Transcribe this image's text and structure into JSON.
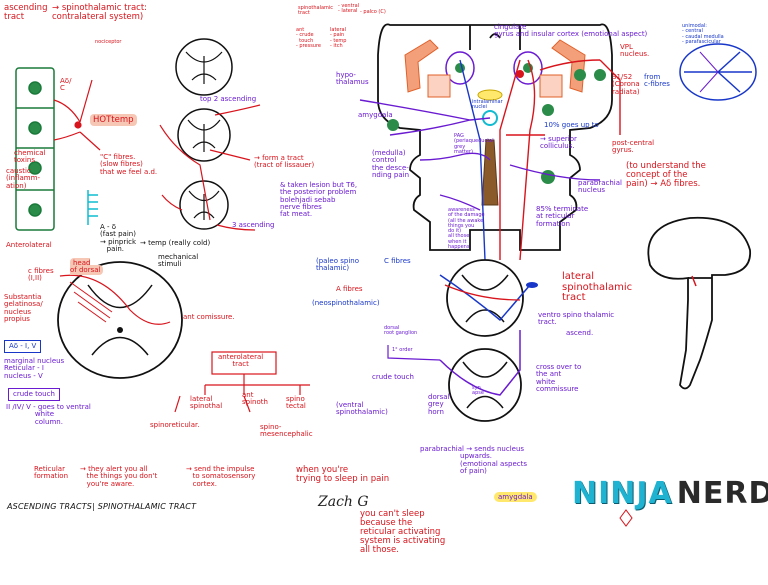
{
  "title": "ASCENDING TRACTS| SPINOTHALAMIC TRACT",
  "logo": {
    "part1": "NINJA",
    "part2": "NERD"
  },
  "signature": "Zach G",
  "labels": {
    "ascending_tract": "ascending\ntract",
    "spinothalamic_tract": "→ spinothalamic tract:\ncontralateral system)",
    "aLdelta_aLc": "Aδ/\nC",
    "nociceptor": "nociceptor",
    "hot_temp": "HOTtemp",
    "chemical_toxins": "chemical\ntoxins",
    "caustic_inflammation": "caustic\n(inflamm-\nation)",
    "c_fibres": "\"C\" fibres.\n(slow fibres)\nthat we feel a.d.",
    "ad_fast_pain": "A - δ\n(fast pain)\n→ pinprick\n   pain.",
    "temp_heat": "→ temp (really cold)",
    "mechanical_stimuli": "mechanical\nstimuli",
    "anterolateral_left": "Anterolateral",
    "c_fibres_iii": "c fibres\n(I,II)",
    "head_small": "head\nof dorsal",
    "substantia_gelatinosa": "Substantia\ngelatinosa/\nnucleus\npropius",
    "ad_iv": "Aδ - I, V",
    "marginal_nucleus": "marginal nucleus\nReticular - I\nnucleus - V",
    "crude_touch_left": "crude touch",
    "ii_iv_v": "II /IV/ V - goes to ventral\n             white\n             column.",
    "ant_commissure": "ant comissure.",
    "tract_of_lissauer": "→ form a tract\n(tract of lissauer)",
    "top_2_ascending": "top 2 ascending",
    "ascending_3": "3 ascending",
    "anterolateral_tract": "anterolateral\ntract",
    "lateral_spinothal": "lateral\nspinothal",
    "ant_spinoth": "ant\nspinoth",
    "spino_tectal": "spino\ntectal",
    "spinoreticular": "spinoreticular.",
    "spinomesencephalic": "spino-\nmesencephalic",
    "reticular_formation": "Reticular\nformation",
    "gate_note": "→ they alert you all\n   the things you don't\n   you're aware.",
    "send_impulse": "→ send the impulse\n   to somatosensory\n   cortex.",
    "when_sleep": "when you're\ntrying to sleep in pain",
    "cant_sleep": "you can't sleep\nbecause the\nreticular activating\nsystem is activating\nall those.",
    "small_spinothalamic": "spinothalamic\ntract",
    "lateral_ventral": "- ventral\n- lateral",
    "pain_temp_list": "- pain\n- temp\n- pressure\n- itch",
    "ant_list": "ant\n- crude\n  touch\n- pressure",
    "lat_list": "lateral\n- pain\n- temp\n- itch",
    "palco": "- palco (C)",
    "hypothalamus": "hypo-\nthalamus",
    "amygdala_top": "amygdala",
    "cingulate_gyrus": "cingulate\ngyrus and insular cortex (emotional aspect)",
    "vpl_nucleus": "VPL\nnucleus.",
    "s1_s2": "S1/S2\n(Corona\nradiata)",
    "post_central_gyrus": "post-central\ngyrus.",
    "understand_pain": "(to understand the\nconcept of the\npain) → Aδ fibres.",
    "from_c_fibres": "from\nc-fibres",
    "intralaminar": "intralaminar\nnuclei",
    "pag": "PAG\n(periaqueductal\ngrey\nmatter)",
    "superior_colliculus": "→ superior\ncolliculus.",
    "goes_up_to": "10% goes up to",
    "medulla": "(medulla)\ncontrol\nthe desce-\nnding pain",
    "lesion_note": "& taken lesion but T6,\nthe posterior problem\nbolehjadi sebab\nnerve fibres\nfat meat.",
    "parabrachial_nucleus": "parabrachial\nnucleus",
    "reticular_terminal": "85% terminate\nat reticular\nformation",
    "awareness_note": "awareness\nof the damage\n(all the awake\nthings you\ndo it)\nall those\nwhen it\nhappens",
    "paleospinothalamic": "(paleo spino\nthalamic)",
    "c_fibres_mid": "C fibres",
    "ad_fibres": "A fibres",
    "neospinothalamic": "(neospinothalamic)",
    "lateral_spinothalamic": "lateral\nspinothalamic\ntract",
    "ventro_spinothalamic": "ventro spino thalamic\ntract.",
    "ascend": "ascend.",
    "dorsal_root_ganglion": "dorsal\nroot ganglion",
    "first_order": "1° order",
    "crude_touch_mid": "crude touch",
    "cross_over": "cross over to\nthe ant\nwhite\ncommissure",
    "ventral_spinothalamic": "(ventral\nspinothalamic)",
    "dorsal_grey_horn": "dorsal\ngrey\nhorn",
    "syn_apse": "syn\napse",
    "parabrachial_bottom": "parabrachial → sends nucleus\n                  upwards.\n                  (emotional aspects\n                  of pain)",
    "amygdala_bottom": "amygdala",
    "unimodal": "unimodal:\n- central\n- caudal medulla\n- parafascicular"
  }
}
